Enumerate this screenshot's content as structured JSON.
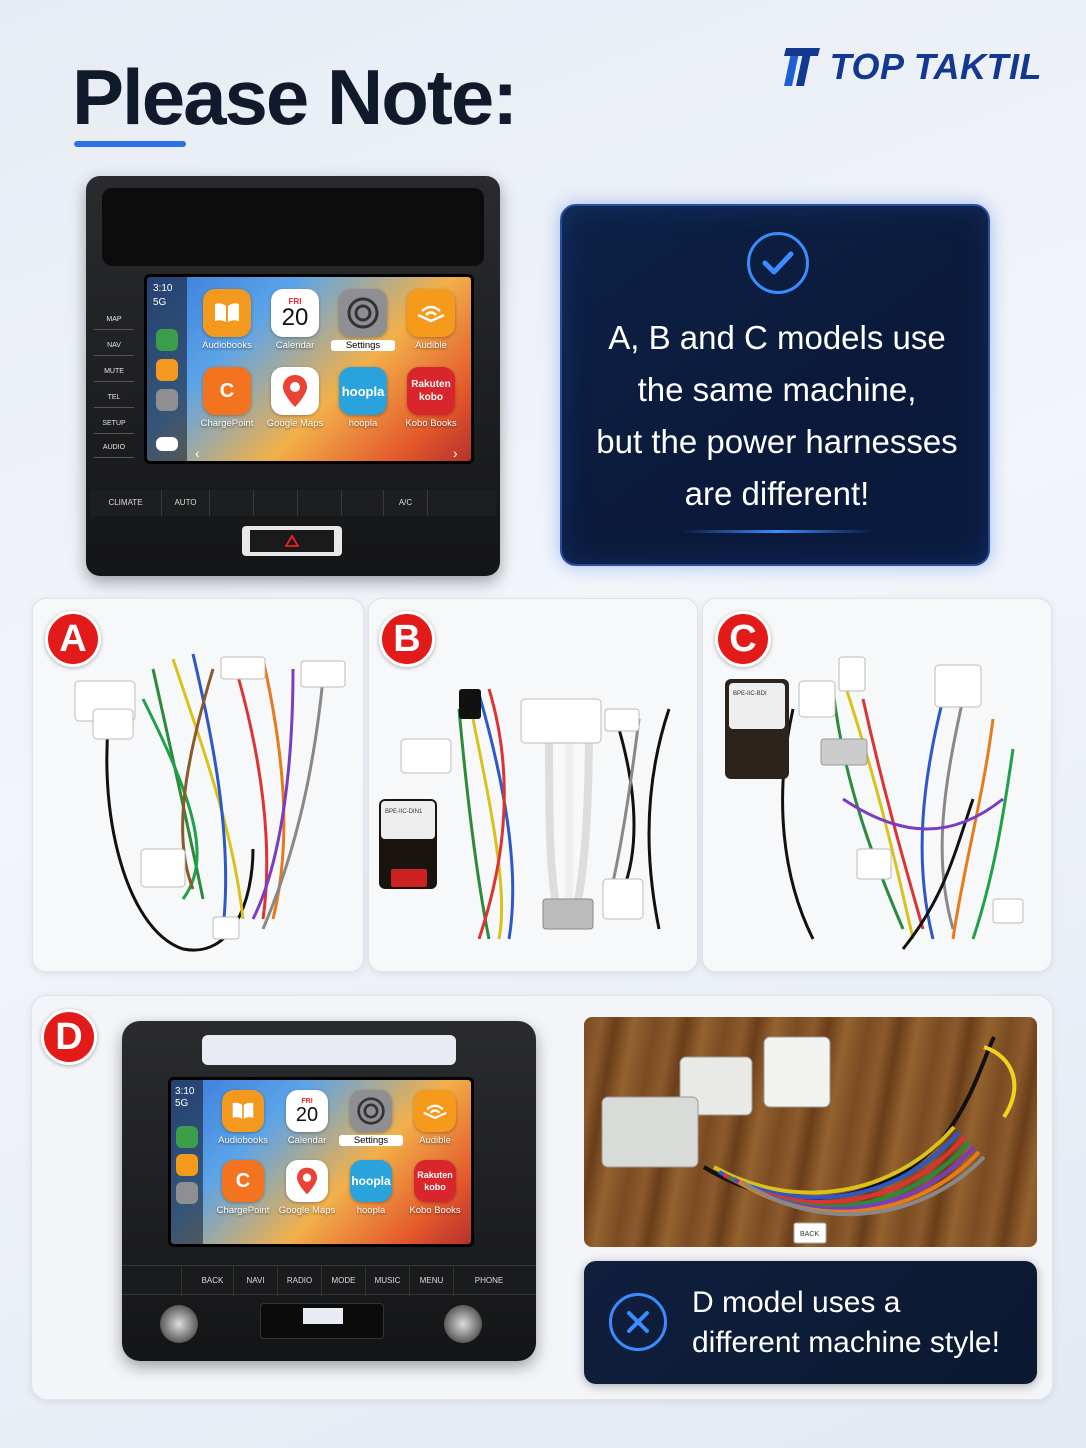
{
  "header": {
    "title": "Please Note:",
    "brand": "TOP TAKTIL"
  },
  "info_panel": {
    "lines": [
      "A, B and C models use",
      "the same machine,",
      "but the power harnesses",
      "are different!"
    ],
    "icon": "check-circle-icon"
  },
  "carplay": {
    "time": "3:10",
    "signal": "5G",
    "apps_row1": [
      {
        "label": "Audiobooks",
        "icon": "audiobooks-icon",
        "color": "#f39a1e"
      },
      {
        "label": "Calendar",
        "icon": "calendar-icon",
        "color": "#ffffff",
        "day": "FRI",
        "date": "20"
      },
      {
        "label": "Settings",
        "icon": "settings-gear-icon",
        "color": "#8e8e93"
      },
      {
        "label": "Audible",
        "icon": "audible-icon",
        "color": "#f59a1b"
      }
    ],
    "apps_row2": [
      {
        "label": "ChargePoint",
        "icon": "chargepoint-icon",
        "color": "#f4731f",
        "glyph": "C"
      },
      {
        "label": "Google Maps",
        "icon": "google-maps-icon",
        "color": "#ffffff"
      },
      {
        "label": "hoopla",
        "icon": "hoopla-icon",
        "color": "#2aa3dc",
        "glyph": "hoopla"
      },
      {
        "label": "Kobo Books",
        "icon": "kobo-icon",
        "color": "#d9262c",
        "glyph": "Rakuten kobo"
      }
    ]
  },
  "unit_top": {
    "side_buttons": [
      "MAP",
      "NAV",
      "MUTE",
      "TEL",
      "SETUP",
      "AUDIO"
    ],
    "climate_buttons": [
      "CLIMATE",
      "AUTO",
      "A/C"
    ]
  },
  "models": [
    {
      "badge": "A"
    },
    {
      "badge": "B",
      "module_label": "BPE-IIC-DIN1"
    },
    {
      "badge": "C",
      "module_label": "BPE-IIC-BDI"
    }
  ],
  "model_d": {
    "badge": "D",
    "panel_buttons": [
      "BACK",
      "NAVI",
      "RADIO",
      "MODE",
      "MUSIC",
      "MENU",
      "PHONE"
    ],
    "photo_tag": "BACK",
    "note_lines": [
      "D model uses a",
      "different machine style!"
    ],
    "note_icon": "cross-circle-icon"
  },
  "colors": {
    "accent_blue": "#2f6fe0",
    "badge_red": "#e31a1a",
    "panel_navy": "#0b1a3a"
  }
}
